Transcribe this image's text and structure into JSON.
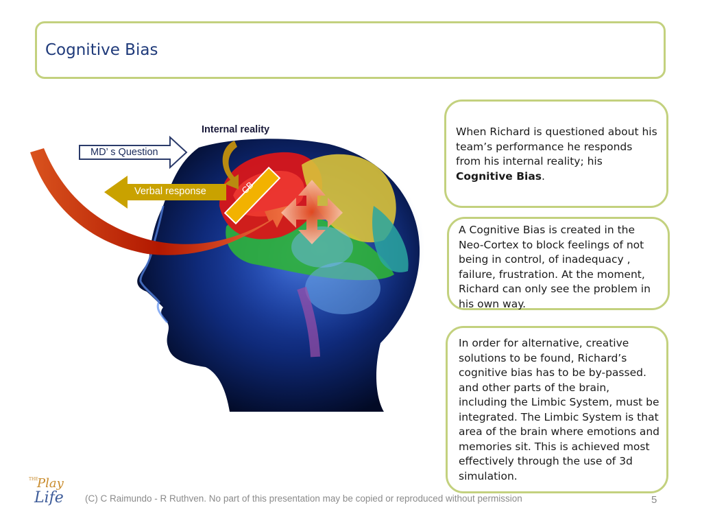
{
  "slide": {
    "title": "Cognitive Bias",
    "page_number": "5",
    "footer": "(C) C Raimundo - R Ruthven. No part of this presentation may be copied or reproduced  without permission"
  },
  "diagram": {
    "internal_reality_label": "Internal reality",
    "md_question_label": "MD’ s Question",
    "verbal_response_label": "Verbal response",
    "cb_label": "CB"
  },
  "boxes": {
    "box1": {
      "text_before": "When Richard is questioned about his team’s performance he responds from his internal reality; his ",
      "bold": "Cognitive Bias",
      "text_after": "."
    },
    "box2": {
      "text": "A Cognitive Bias is created in the Neo-Cortex to block feelings of not being in control, of inadequacy , failure, frustration. At the moment, Richard can only see the problem in his own way."
    },
    "box3": {
      "text": "In order for alternative, creative solutions to be found, Richard’s cognitive bias has to be by-passed. and other parts of the brain, including the Limbic System, must be integrated. The Limbic System is that area of the brain where emotions and memories sit. This is achieved most effectively through the use of 3d simulation."
    }
  },
  "logo": {
    "text": "Play Life",
    "colors": [
      "#c88a2a",
      "#3b5a98"
    ]
  },
  "colors": {
    "border": "#c3d17e",
    "title": "#1f3a7a",
    "arrow_gold": "#c9a200",
    "arrow_red": "#b81d00"
  }
}
